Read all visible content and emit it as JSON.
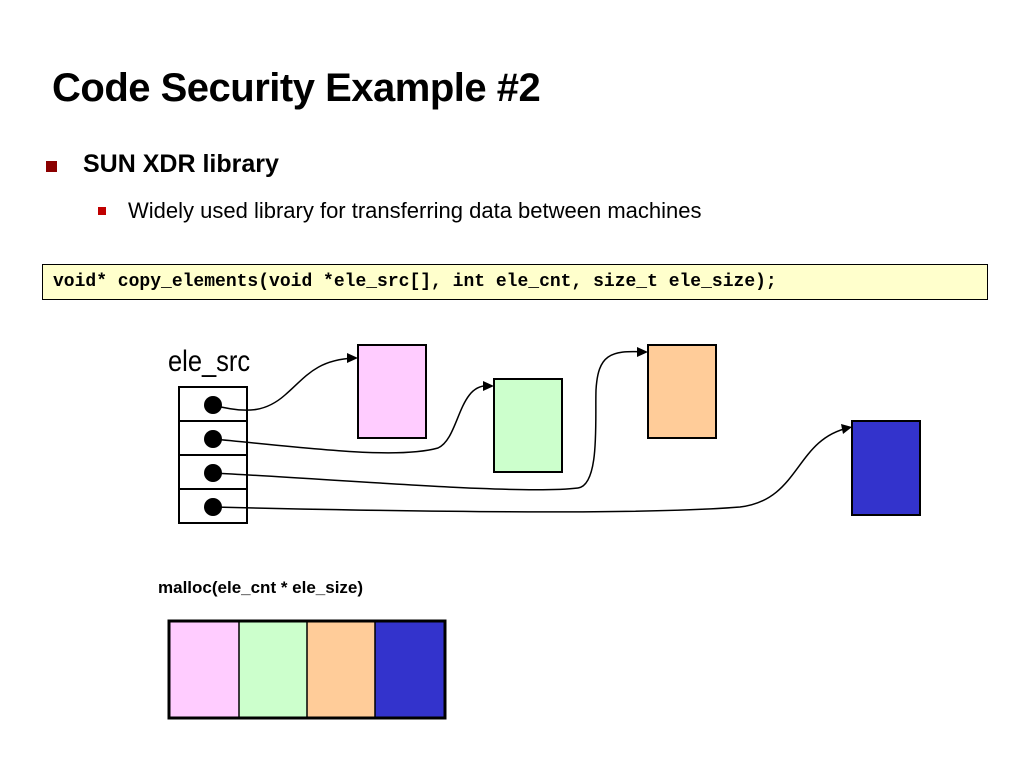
{
  "slide": {
    "title": "Code Security Example #2",
    "bullet": "SUN XDR library",
    "sub_bullet": "Widely used library for transferring data between machines",
    "code": "void* copy_elements(void *ele_src[], int ele_cnt, size_t ele_size);"
  },
  "diagram": {
    "array_label": "ele_src",
    "buffer_label": "malloc(ele_cnt * ele_size)",
    "element_colors": [
      "#ffccff",
      "#ccffcc",
      "#ffcc99",
      "#3333cc"
    ]
  }
}
